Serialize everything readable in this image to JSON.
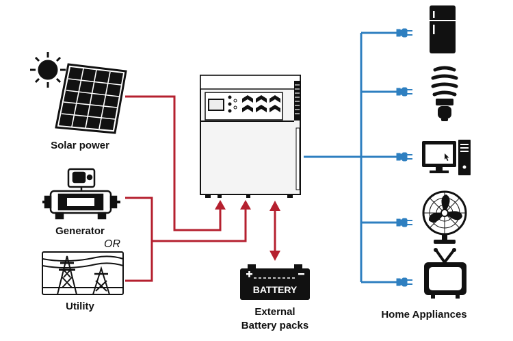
{
  "sources": {
    "solar_label": "Solar power",
    "generator_label": "Generator",
    "or_label": "OR",
    "utility_label": "Utility"
  },
  "battery": {
    "text": "BATTERY",
    "label_line1": "External",
    "label_line2": "Battery packs"
  },
  "loads": {
    "label": "Home Appliances",
    "items": [
      "refrigerator-icon",
      "light-bulb-icon",
      "computer-icon",
      "fan-icon",
      "tv-icon"
    ]
  },
  "colors": {
    "ac_input_line": "#b5202f",
    "output_line": "#2e7fc0",
    "inverter_body": "#f4f4f4",
    "ink": "#111111"
  }
}
